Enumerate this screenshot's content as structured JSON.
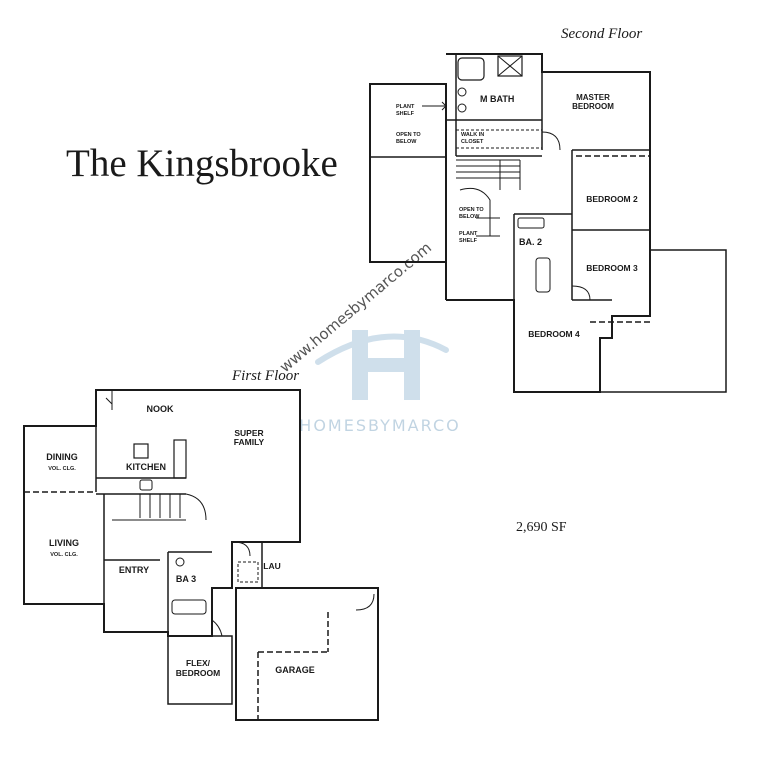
{
  "title": "The Kingsbrooke",
  "floors": {
    "first": {
      "caption": "First Floor",
      "rooms": {
        "nook": "NOOK",
        "super_family_1": "SUPER",
        "super_family_2": "FAMILY",
        "dining": "DINING",
        "dining_note": "VOL. CLG.",
        "kitchen": "KITCHEN",
        "living": "LIVING",
        "living_note": "VOL. CLG.",
        "entry": "ENTRY",
        "bath": "BA 3",
        "laundry": "LAU",
        "flex_1": "FLEX/",
        "flex_2": "BEDROOM",
        "garage": "GARAGE"
      }
    },
    "second": {
      "caption": "Second Floor",
      "rooms": {
        "master_bath": "M BATH",
        "master_bedroom_1": "MASTER",
        "master_bedroom_2": "BEDROOM",
        "plant_shelf_top_1": "PLANT",
        "plant_shelf_top_2": "SHELF",
        "open_to_below_top_1": "OPEN TO",
        "open_to_below_top_2": "BELOW",
        "walk_in_1": "WALK IN",
        "walk_in_2": "CLOSET",
        "open_to_below_mid_1": "OPEN TO",
        "open_to_below_mid_2": "BELOW",
        "plant_shelf_mid_1": "PLANT",
        "plant_shelf_mid_2": "SHELF",
        "bath_2": "BA. 2",
        "bedroom_2": "BEDROOM 2",
        "bedroom_3": "BEDROOM 3",
        "bedroom_4": "BEDROOM 4"
      }
    }
  },
  "square_footage": "2,690 SF",
  "watermark": {
    "url": "www.homesbymarco.com",
    "brand": "HOMESBYMARCO",
    "logo_letter": "H"
  },
  "colors": {
    "ink": "#1a1a1a",
    "watermark": "#a9c6dc"
  }
}
